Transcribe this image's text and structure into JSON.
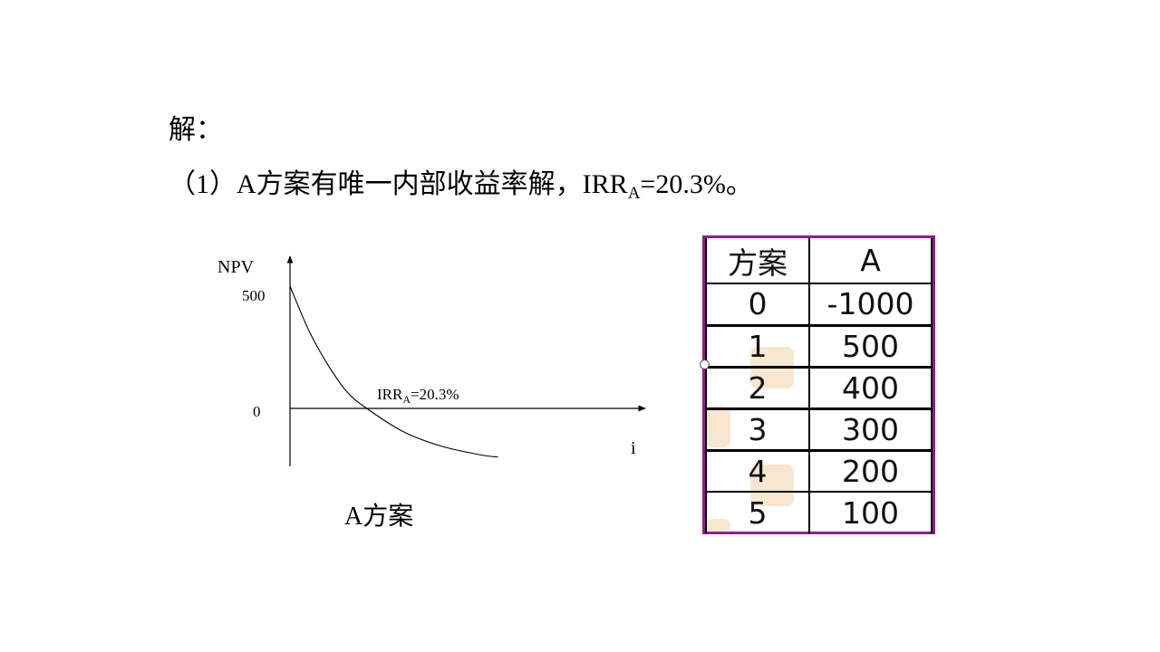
{
  "solution": {
    "heading": "解：",
    "line_prefix": "（1）A方案有唯一内部收益率解，IRR",
    "line_sub": "A",
    "line_suffix": "=20.3%。"
  },
  "chart_data": {
    "type": "line",
    "ylabel": "NPV",
    "xlabel": "i",
    "y_tick_labels": [
      "500",
      "0"
    ],
    "annotation": {
      "main": "IRR",
      "sub": "A",
      "rest": "=20.3%"
    },
    "caption": "A方案",
    "series": [
      {
        "points": [
          [
            0,
            500
          ],
          [
            0.05,
            318
          ],
          [
            0.1,
            179
          ],
          [
            0.15,
            69
          ],
          [
            0.203,
            0
          ],
          [
            0.3,
            -95
          ],
          [
            0.4,
            -154
          ],
          [
            0.5,
            -189
          ],
          [
            0.55,
            -199
          ]
        ]
      }
    ],
    "ylim": [
      -250,
      650
    ],
    "xlim": [
      0,
      0.94
    ]
  },
  "table": {
    "headers": [
      "方案",
      "A"
    ],
    "rows": [
      [
        "0",
        "-1000"
      ],
      [
        "1",
        "500"
      ],
      [
        "2",
        "400"
      ],
      [
        "3",
        "300"
      ],
      [
        "4",
        "200"
      ],
      [
        "5",
        "100"
      ]
    ]
  },
  "colors": {
    "table_border": "#8e1f8e",
    "stamp": "#ecba78"
  }
}
